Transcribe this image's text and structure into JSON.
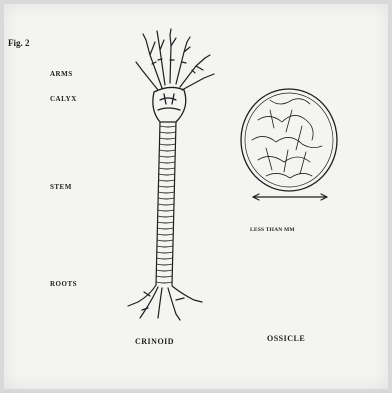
{
  "figure_label": "Fig. 2",
  "labels": {
    "arms": "ARMS",
    "calyx": "CALYX",
    "stem": "STEM",
    "roots": "ROOTS"
  },
  "captions": {
    "crinoid": "CRINOID",
    "ossicle": "OSSICLE",
    "scale": "LESS THAN mm"
  },
  "colors": {
    "ink": "#1e1e1e",
    "paper": "#f4f4f2",
    "border": "#d9d9d9"
  }
}
